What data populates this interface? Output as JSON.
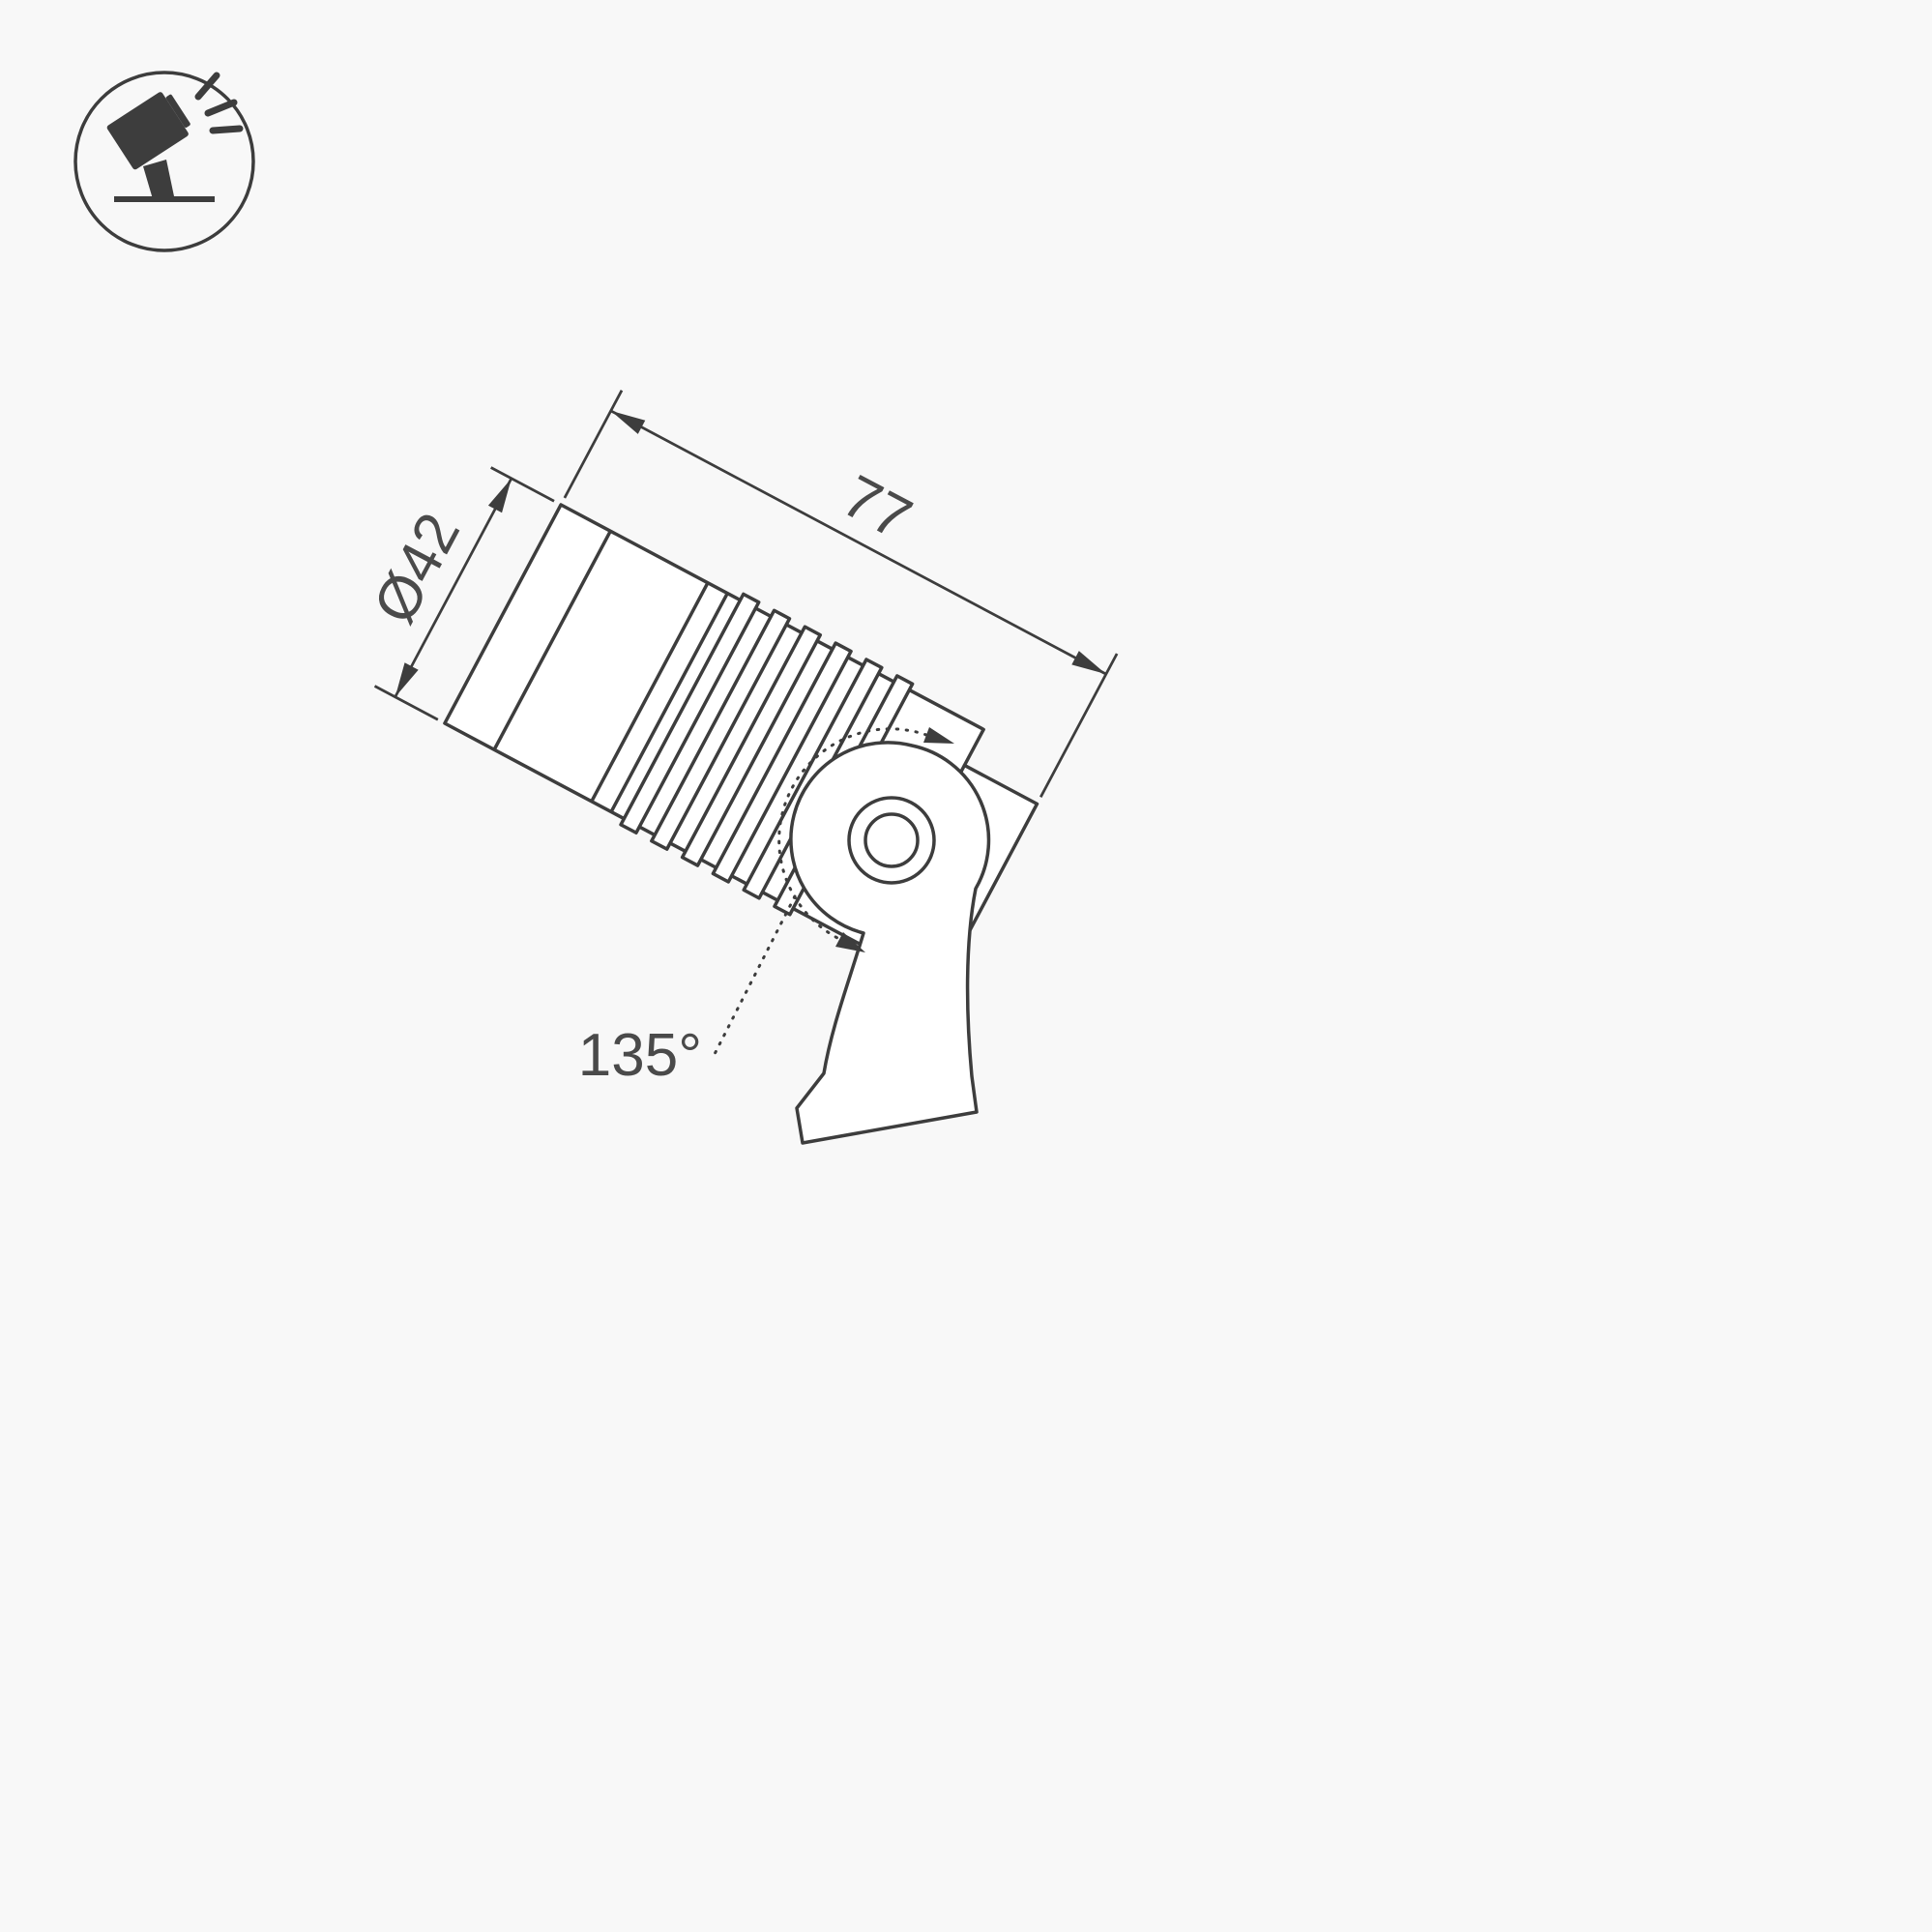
{
  "page": {
    "background_color": "#f8f8f8",
    "line_color": "#3d3d3d",
    "text_color": "#4a4a4a"
  },
  "icon_badge": {
    "name": "tilted-spotlight-on-stand",
    "description": "circular badge with tilted spotlight pictogram emitting light rays above a ground line"
  },
  "drawing": {
    "subject": "adjustable spotlight luminaire on mounting bracket, side view",
    "dimensions": {
      "diameter_label": "Ø42",
      "length_label": "77",
      "angle_label": "135°"
    }
  }
}
